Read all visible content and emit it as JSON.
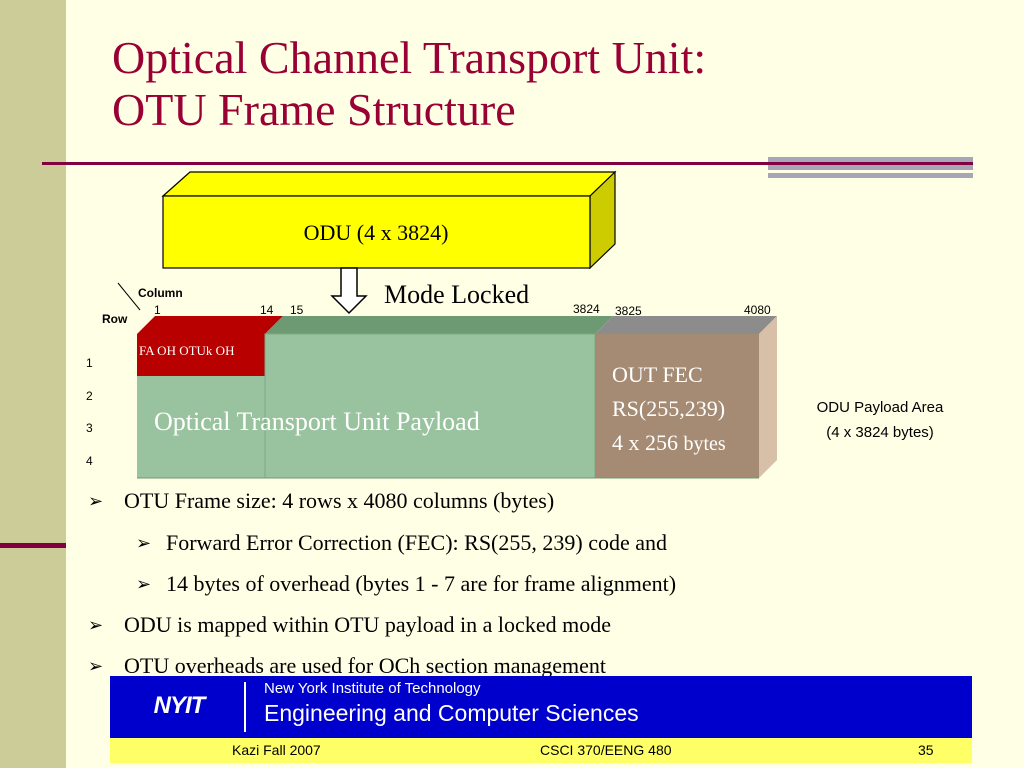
{
  "title": {
    "line1": "Optical Channel Transport Unit:",
    "line2": "OTU Frame Structure"
  },
  "diagram": {
    "odu_box_label": "ODU (4 x 3824)",
    "mode_locked": "Mode Locked",
    "column_label": "Column",
    "row_label": "Row",
    "col_ticks": [
      "1",
      "14",
      "15",
      "3824",
      "3825",
      "4080"
    ],
    "row_ticks": [
      "1",
      "2",
      "3",
      "4"
    ],
    "oh_label": "FA OH OTUk OH",
    "payload_label": "Optical Transport Unit Payload",
    "fec_line1": "OUT FEC",
    "fec_line2": "RS(255,239)",
    "fec_line3a": "4 x 256 ",
    "fec_line3b": "bytes",
    "odu_area_line1": "ODU Payload Area",
    "odu_area_line2": "(4 x  3824 bytes)",
    "colors": {
      "odu_fill": "#FFFF00",
      "oh_fill": "#B80000",
      "payload_fill": "#99C29E",
      "fec_fill": "#A58B73"
    }
  },
  "bullets": [
    {
      "text": "OTU Frame size: 4 rows x 4080 columns (bytes)"
    },
    {
      "text": "Forward Error Correction (FEC): RS(255, 239) code and"
    },
    {
      "text": "14 bytes of overhead (bytes 1 - 7 are for frame alignment)"
    },
    {
      "text": "ODU is mapped within OTU payload in a locked mode"
    },
    {
      "text": "OTU overheads are used for OCh section management"
    }
  ],
  "footer": {
    "logo": "NYIT",
    "institution": "New York Institute of Technology",
    "department": "Engineering and Computer Sciences",
    "left": "Kazi   Fall 2007",
    "center": "CSCI 370/EENG 480",
    "page": "35"
  }
}
